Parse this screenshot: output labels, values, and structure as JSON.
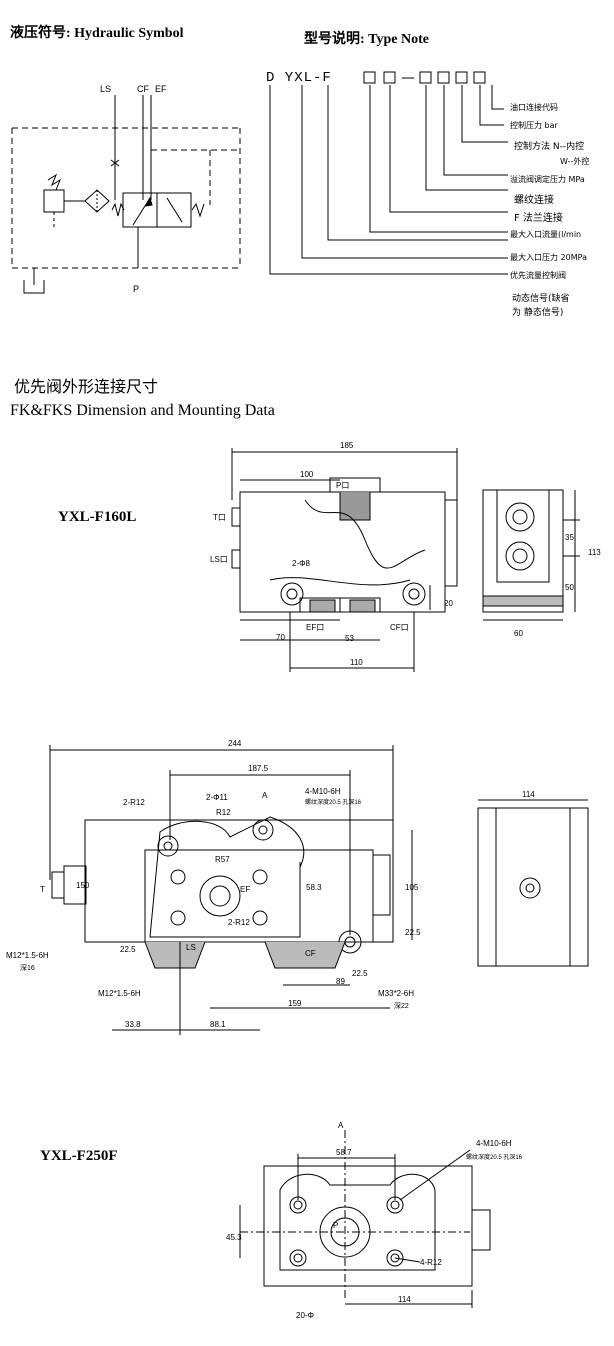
{
  "header": {
    "hydraulic_symbol": "液压符号: Hydraulic Symbol",
    "type_note": "型号说明: Type Note"
  },
  "symbol_labels": {
    "ls": "LS",
    "cf": "CF",
    "ef": "EF",
    "p": "P"
  },
  "type_code": {
    "prefix": "D YXL-F",
    "notes": [
      "油口连接代码",
      "控制压力 bar",
      "控制方法  N--内控",
      "W--外控",
      "溢流阀调定压力 MPa",
      "螺纹连接",
      "F 法兰连接",
      "最大入口流量(l/min",
      "最大入口压力 20MPa",
      "优先流量控制阀",
      "动态信号(缺省",
      "为 静态信号)"
    ]
  },
  "section": {
    "title_cn": "优先阀外形连接尺寸",
    "title_en": "FK&FKS Dimension and Mounting Data"
  },
  "models": {
    "f160l": "YXL-F160L",
    "f250f": "YXL-F250F"
  },
  "drawing1": {
    "dims": {
      "d185": "185",
      "d100": "100",
      "d70": "70",
      "d53": "53",
      "d110": "110",
      "d20": "20",
      "d60": "60",
      "d113": "113",
      "d35": "35",
      "d50": "50"
    },
    "ports": {
      "t": "T口",
      "ls": "LS口",
      "p": "P口",
      "ef": "EF口",
      "cf": "CF口",
      "hole": "2-Φ8"
    }
  },
  "drawing2": {
    "dims": {
      "d244": "244",
      "d187": "187.5",
      "d114": "114",
      "d150": "150",
      "d105": "105",
      "d583": "58.3",
      "d225a": "22.5",
      "d225b": "22.5",
      "d225c": "22.5",
      "d89": "89",
      "d159": "159",
      "d338": "33.8",
      "d881": "88.1"
    },
    "labels": {
      "a": "A",
      "t": "T",
      "ef": "EF",
      "cf": "CF",
      "ls": "LS",
      "r12a": "2-R12",
      "d11": "2-Φ11",
      "r12": "R12",
      "r57": "R57",
      "r12b": "2-R12",
      "m10": "4-M10-6H",
      "m10note": "螺纹深度20.5 孔深16",
      "m12a": "M12*1.5-6H",
      "m12anote": "深16",
      "m12b": "M12*1.5-6H",
      "m33": "M33*2-6H",
      "m33note": "深22"
    }
  },
  "drawing3": {
    "labels": {
      "a": "A",
      "p": "P",
      "m10": "4-M10-6H",
      "m10note": "螺纹深度20.5 孔深16",
      "r12": "4-R12",
      "bottom": "20-Φ",
      "d587": "58.7",
      "d453": "45.3",
      "d114": "114"
    }
  }
}
